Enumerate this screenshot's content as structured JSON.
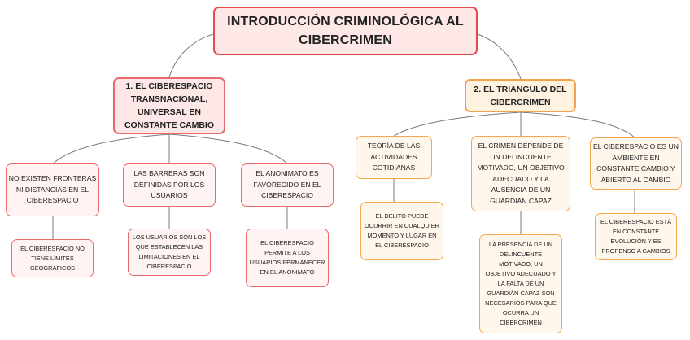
{
  "root": {
    "line1": "INTRODUCCIÓN CRIMINOLÓGICA AL",
    "line2": "CIBERCRIMEN"
  },
  "branch_left": {
    "title": [
      "1. EL CIBERESPACIO",
      "TRANSNACIONAL,",
      "UNIVERSAL EN",
      "CONSTANTE CAMBIO"
    ],
    "children": [
      {
        "text": [
          "NO EXISTEN FRONTERAS",
          "NI DISTANCIAS EN EL",
          "CIBERESPACIO"
        ],
        "detail": [
          "EL CIBERESPACIO NO",
          "TIENE LÍMITES",
          "GEOGRÁFICOS"
        ]
      },
      {
        "text": [
          "LAS BARRERAS SON",
          "DEFINIDAS POR LOS",
          "USUARIOS"
        ],
        "detail": [
          "LOS USUARIOS SON LOS",
          "QUE ESTABLECEN LAS",
          "LIMITACIONES EN EL",
          "CIBERESPACIO"
        ]
      },
      {
        "text": [
          "EL ANONIMATO ES",
          "FAVORECIDO EN EL",
          "CIBERESPACIO"
        ],
        "detail": [
          "EL CIBERESPACIO",
          "PERMITE A LOS",
          "USUARIOS PERMANECER",
          "EN EL ANONIMATO"
        ]
      }
    ]
  },
  "branch_right": {
    "title": [
      "2. EL TRIANGULO DEL",
      "CIBERCRIMEN"
    ],
    "children": [
      {
        "text": [
          "TEORÍA DE LAS",
          "ACTIVIDADES",
          "COTIDIANAS"
        ],
        "detail": [
          "EL DELITO PUEDE",
          "OCURRIR EN CUALQUIER",
          "MOMENTO Y LUGAR EN",
          "EL CIBERESPACIO"
        ]
      },
      {
        "text": [
          "EL CRIMEN DEPENDE DE",
          "UN DELINCUENTE",
          "MOTIVADO, UN OBJETIVO",
          "ADECUADO Y LA",
          "AUSENCIA DE UN",
          "GUARDIÁN CAPAZ"
        ],
        "detail": [
          "LA PRESENCIA DE UN",
          "DELINCUENTE",
          "MOTIVADO, UN",
          "OBJETIVO ADECUADO Y",
          "LA FALTA DE UN",
          "GUARDIÁN CAPAZ SON",
          "NECESARIOS PARA QUE",
          "OCURRA UN",
          "CIBERCRIMEN"
        ]
      },
      {
        "text": [
          "EL CIBERESPACIO ES UN",
          "AMBIENTE EN",
          "CONSTANTE CAMBIO Y",
          "ABIERTO AL CAMBIO"
        ],
        "detail": [
          "EL CIBERESPACIO ESTÁ",
          "EN CONSTANTE",
          "EVOLUCIÓN Y ES",
          "PROPENSO A CAMBIOS"
        ]
      }
    ]
  },
  "colors": {
    "root_border": "#e34a4a",
    "left_border": "#e86a6a",
    "right_border": "#f5a14a",
    "connector": "#7a7a7a"
  }
}
